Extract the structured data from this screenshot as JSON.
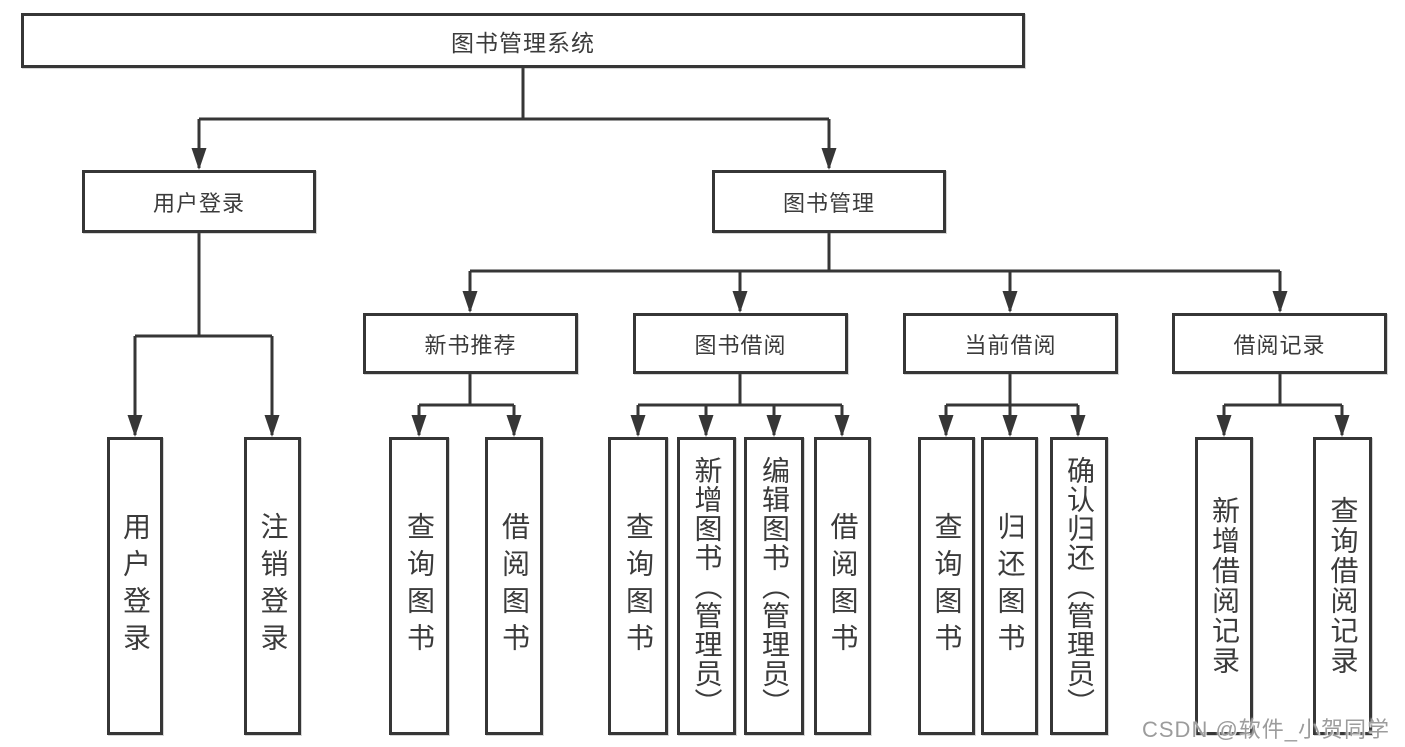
{
  "tree": {
    "root": "图书管理系统",
    "branches": [
      {
        "label": "用户登录",
        "leaves": [
          "用户登录",
          "注销登录"
        ]
      },
      {
        "label": "图书管理",
        "sections": [
          {
            "label": "新书推荐",
            "leaves": [
              "查询图书",
              "借阅图书"
            ]
          },
          {
            "label": "图书借阅",
            "leaves": [
              "查询图书",
              "新增图书（管理员）",
              "编辑图书（管理员）",
              "借阅图书"
            ]
          },
          {
            "label": "当前借阅",
            "leaves": [
              "查询图书",
              "归还图书",
              "确认归还（管理员）"
            ]
          },
          {
            "label": "借阅记录",
            "leaves": [
              "新增借阅记录",
              "查询借阅记录"
            ]
          }
        ]
      }
    ]
  },
  "watermark": "CSDN @软件_小贺同学",
  "colors": {
    "line": "#363636",
    "box_fill": "#ffffff",
    "text": "#3b3b3b",
    "watermark": "#9c9c9c"
  }
}
